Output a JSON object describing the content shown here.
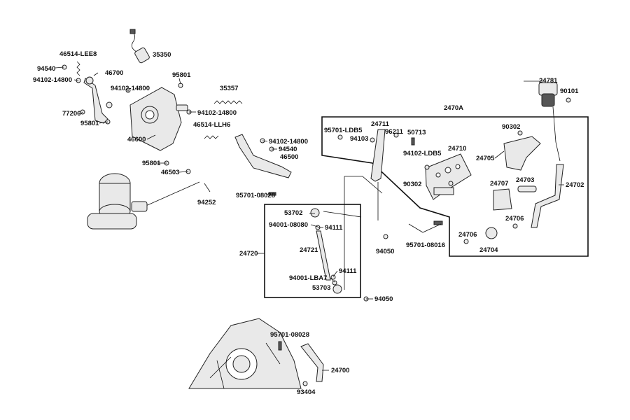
{
  "diagram": {
    "labels": {
      "p46514_lee8": "46514-LEE8",
      "p35350": "35350",
      "p94540_a": "94540",
      "p46700": "46700",
      "p94102_14800_a": "94102-14800",
      "p95801_a": "95801",
      "p94102_14800_b": "94102-14800",
      "p35357": "35357",
      "p77206": "77206",
      "p95801_b": "95801",
      "p94102_14800_c": "94102-14800",
      "p46514_llh6": "46514-LLH6",
      "p46600": "46600",
      "p94102_14800_d": "94102-14800",
      "p94540_b": "94540",
      "p46500": "46500",
      "p95801_c": "95801",
      "p46503": "46503",
      "p94252": "94252",
      "p95701_08028_a": "95701-08028",
      "p2470a": "2470A",
      "p24781": "24781",
      "p90101": "90101",
      "p95701_ldb5": "95701-LDB5",
      "p24711": "24711",
      "p96211": "96211",
      "p50713": "50713",
      "p94103": "94103",
      "p90302_a": "90302",
      "p94102_ldb5": "94102-LDB5",
      "p24710": "24710",
      "p24705": "24705",
      "p90302_b": "90302",
      "p24707": "24707",
      "p24703": "24703",
      "p24702": "24702",
      "p24706_a": "24706",
      "p24706_b": "24706",
      "p24704": "24704",
      "p95701_08016": "95701-08016",
      "p94050_a": "94050",
      "p53702": "53702",
      "p94001_08080": "94001-08080",
      "p94111_a": "94111",
      "p24720": "24720",
      "p24721": "24721",
      "p94111_b": "94111",
      "p94001_lba7": "94001-LBA7",
      "p53703": "53703",
      "p94050_b": "94050",
      "p95701_08028_b": "95701-08028",
      "p24700": "24700",
      "p93404": "93404"
    }
  }
}
